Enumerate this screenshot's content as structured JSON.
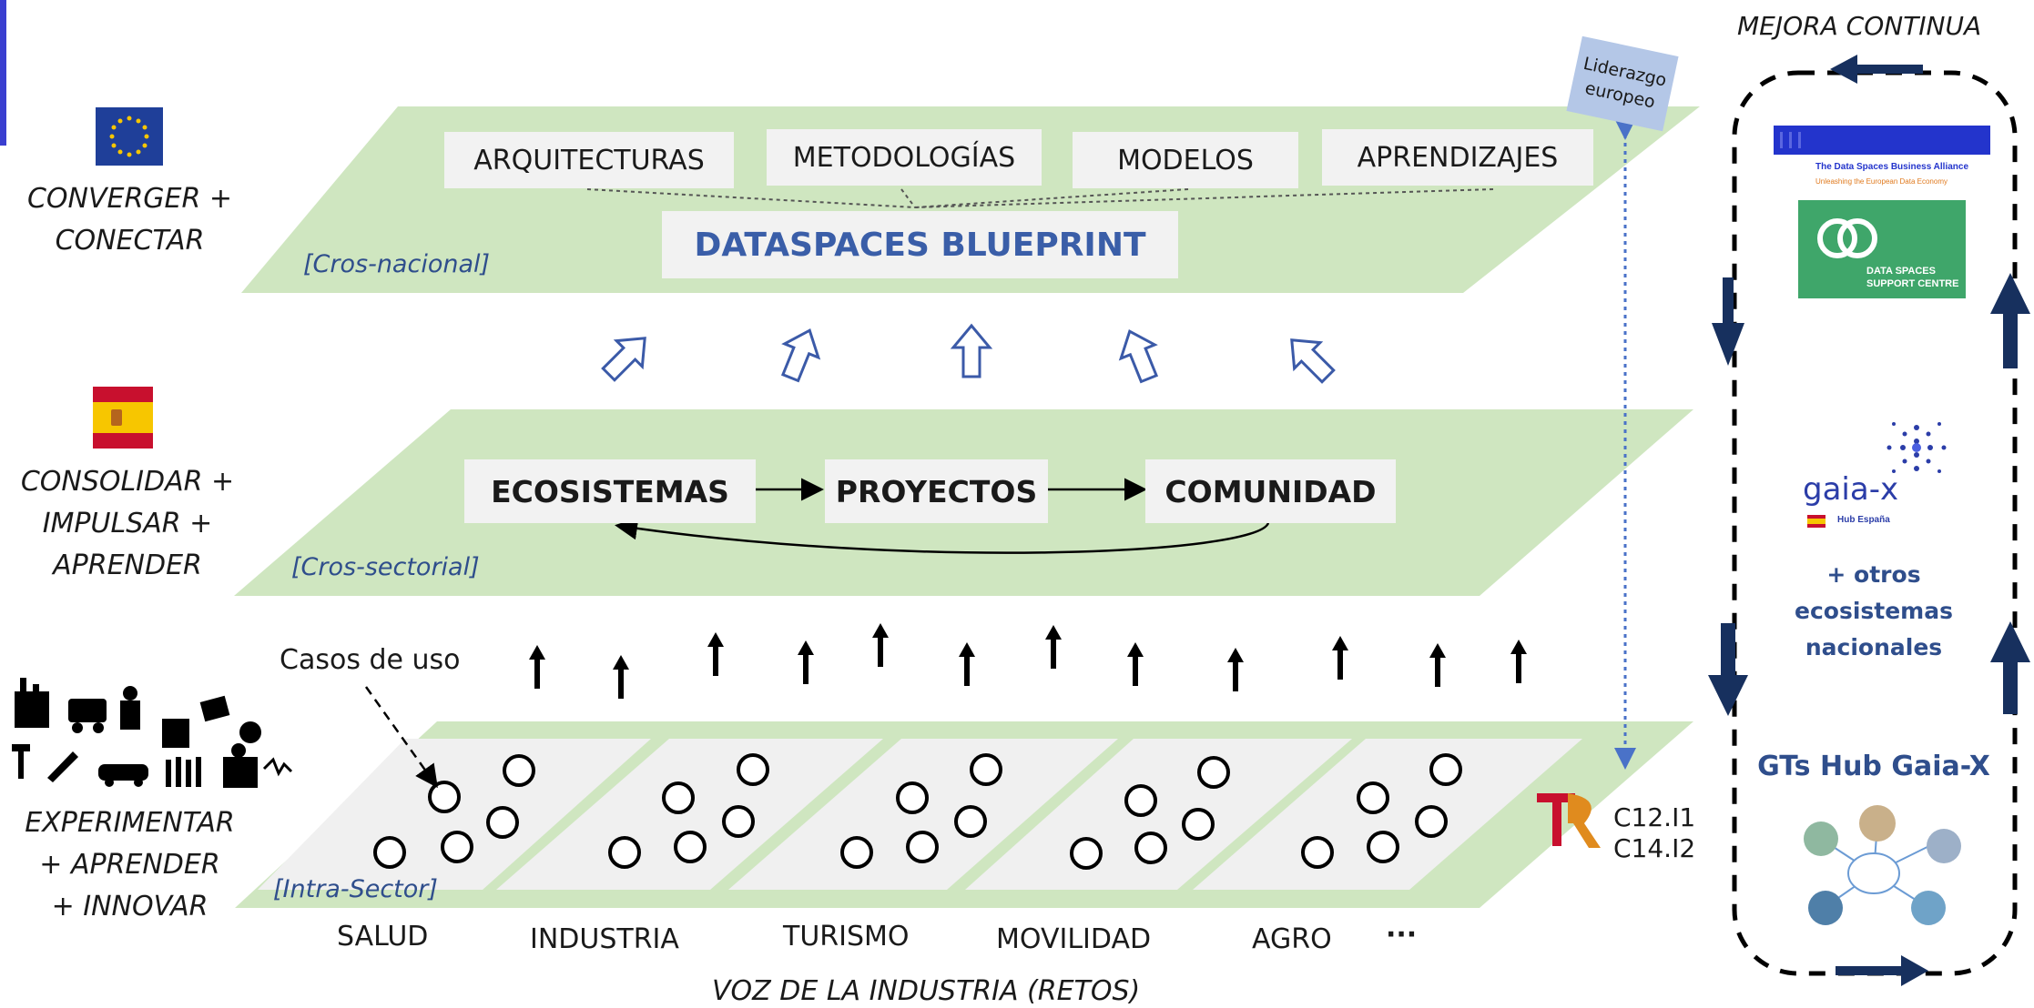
{
  "left_labels": {
    "top": "CONVERGER +\nCONECTAR",
    "middle": "CONSOLIDAR +\nIMPULSAR +\nAPRENDER",
    "bottom": "EXPERIMENTAR\n+ APRENDER\n+ INNOVAR"
  },
  "top_layer": {
    "tag": "[Cros-nacional]",
    "boxes": [
      "ARQUITECTURAS",
      "METODOLOGÍAS",
      "MODELOS",
      "APRENDIZAJES"
    ],
    "blueprint": "DATASPACES BLUEPRINT"
  },
  "middle_layer": {
    "tag": "[Cros-sectorial]",
    "boxes": [
      "ECOSISTEMAS",
      "PROYECTOS",
      "COMUNIDAD"
    ]
  },
  "bottom_layer": {
    "tag": "[Intra-Sector]",
    "use_cases_label": "Casos de uso",
    "sectors": [
      "SALUD",
      "INDUSTRIA",
      "TURISMO",
      "MOVILIDAD",
      "AGRO",
      "···"
    ],
    "codes": "C12.I1\nC14.I2"
  },
  "footer": "VOZ DE LA INDUSTRIA (RETOS)",
  "liderazgo": "Liderazgo\neuropeo",
  "right_panel": {
    "title": "MEJORA CONTINUA",
    "dsba_line1": "The Data Spaces Business Alliance",
    "dsba_line2": "Unleashing the European Data Economy",
    "dssc_line1": "DATA SPACES",
    "dssc_line2": "SUPPORT CENTRE",
    "gaia_logo": "gaia-x",
    "gaia_hub": "Hub España",
    "otros": "+ otros ecosistemas\nnacionales",
    "gts": "GTs Hub Gaia-X"
  },
  "colors": {
    "layer_green": "#cfe6c0",
    "box_grey": "#f2f2f2",
    "accent_blue": "#2f4e8c",
    "navy_arrow": "#17305e",
    "outline_arrow": "#3b5aa8",
    "eu_blue": "#1f3f99",
    "flag_red": "#c8102e",
    "flag_yellow": "#f7c600",
    "dssc_green": "#3fa66a"
  }
}
